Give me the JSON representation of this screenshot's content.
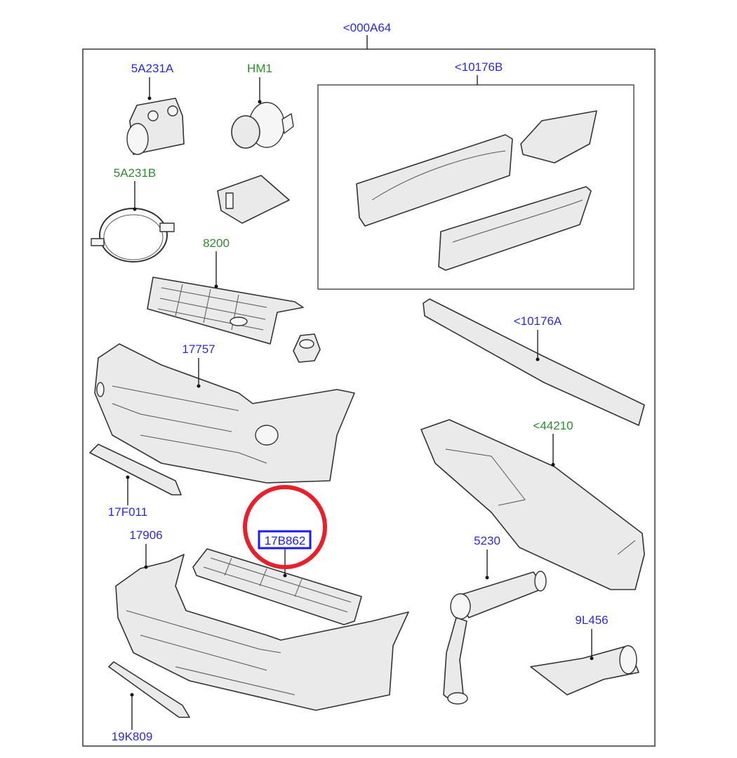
{
  "diagram": {
    "assembly_label": "<000A64",
    "colors": {
      "blue_label": "#2b2bd6",
      "green_label": "#2e8b2e",
      "highlight_circle": "#e8202a",
      "highlight_box": "#1a1aff"
    },
    "parts": {
      "clamp_a": "5A231A",
      "clip_hm1": "HM1",
      "clamp_b": "5A231B",
      "grille": "8200",
      "front_bumper": "17757",
      "front_trim_strip": "17F011",
      "rear_bumper": "17906",
      "rear_grille_insert": "17B862",
      "rear_trim_strip": "19K809",
      "side_moulding_kit": "<10176B",
      "sill_moulding": "<10176A",
      "spoiler": "<44210",
      "muffler": "5230",
      "tailpipe_finisher": "9L456"
    },
    "selected_part": "17B862"
  }
}
